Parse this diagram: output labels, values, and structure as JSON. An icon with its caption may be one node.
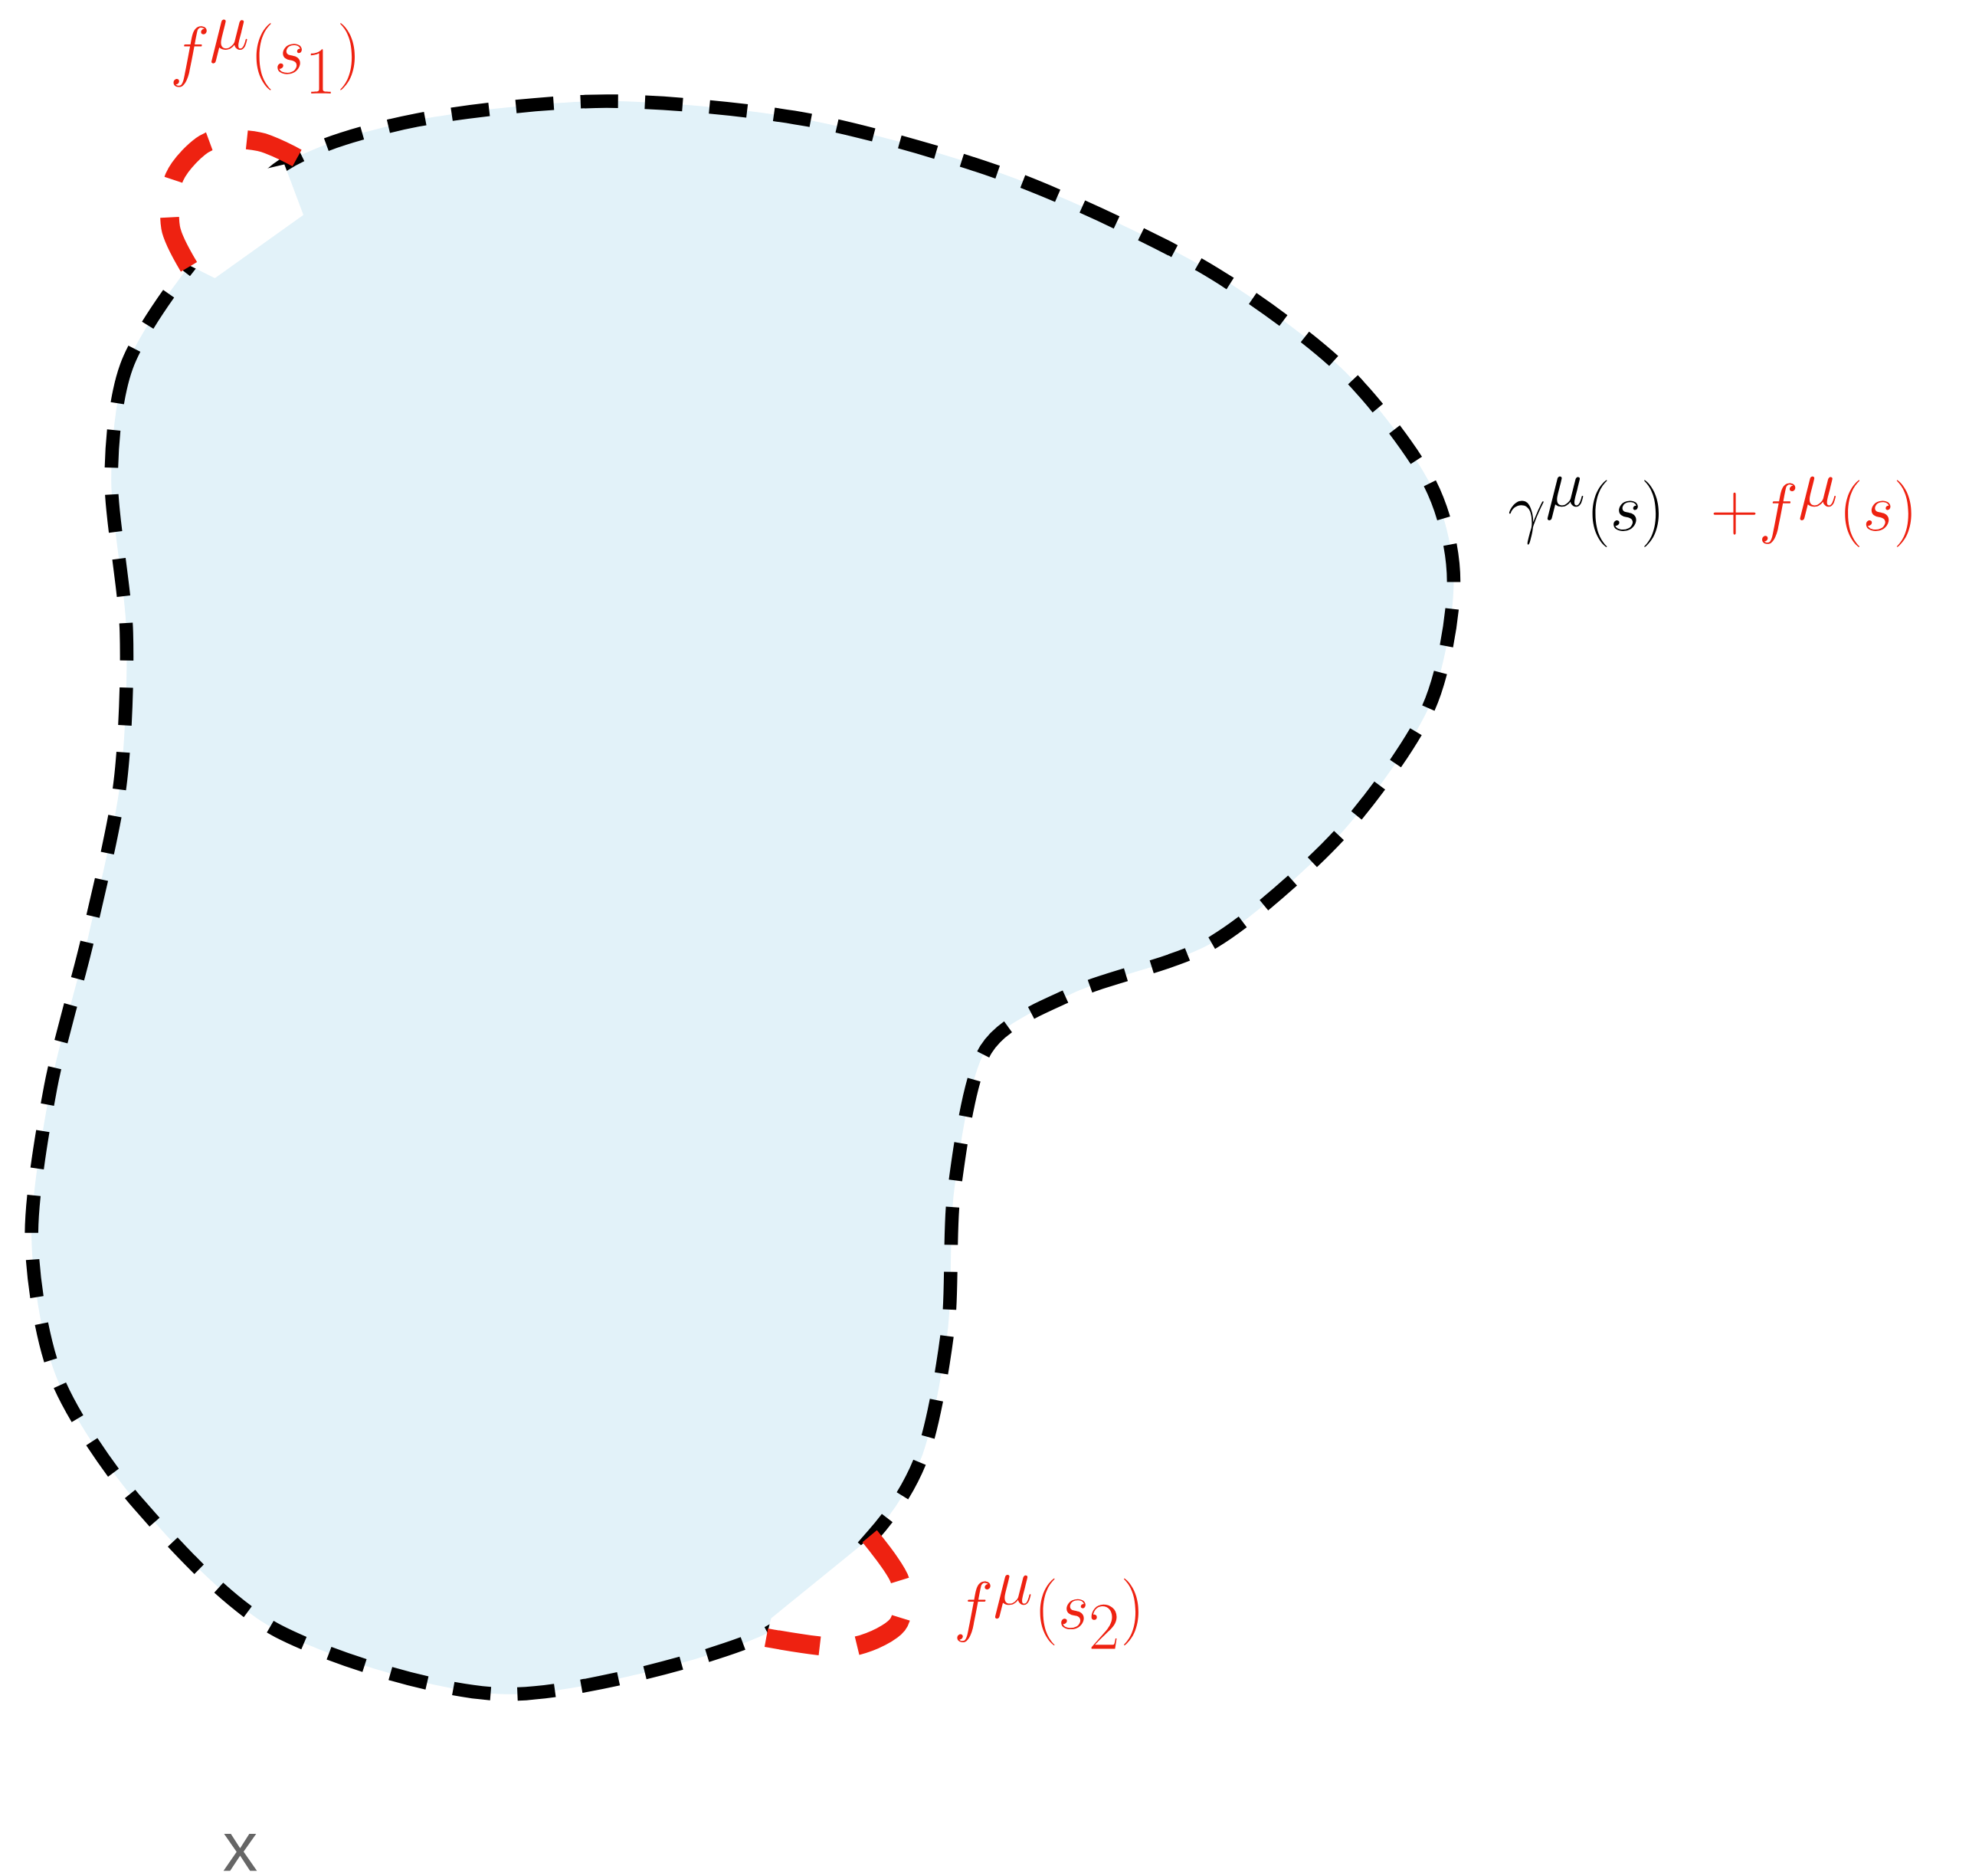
{
  "diagram": {
    "labels": [
      "f^{\\mu}(s_1)",
      "\\gamma^{\\mu}(s)",
      "+f^{\\mu}(s)",
      "f^{\\mu}(s_2)",
      "x"
    ]
  }
}
